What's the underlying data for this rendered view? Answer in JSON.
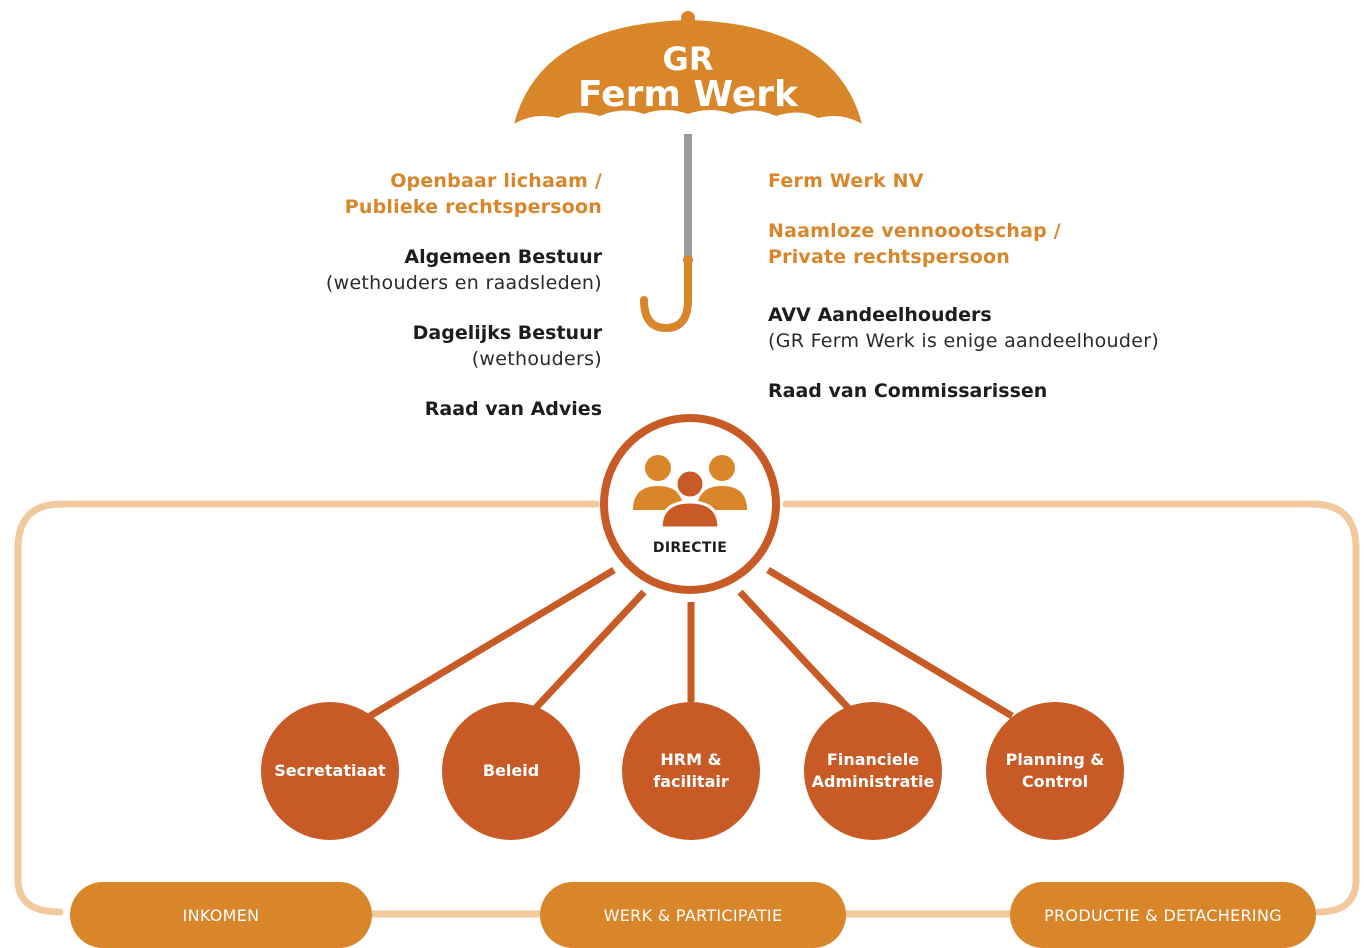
{
  "umbrella": {
    "title_line1": "GR",
    "title_line2": "Ferm Werk"
  },
  "left": {
    "heading_line1": "Openbaar lichaam /",
    "heading_line2": "Publieke rechtspersoon",
    "items": [
      {
        "title": "Algemeen Bestuur",
        "subtitle": "(wethouders en raadsleden)"
      },
      {
        "title": "Dagelijks Bestuur",
        "subtitle": "(wethouders)"
      },
      {
        "title": "Raad van Advies",
        "subtitle": ""
      }
    ]
  },
  "right": {
    "heading": "Ferm Werk NV",
    "subheading_line1": "Naamloze vennoootschap /",
    "subheading_line2": "Private rechtspersoon",
    "items": [
      {
        "title": "AVV Aandeelhouders",
        "subtitle": "(GR Ferm Werk is enige aandeelhouder)"
      },
      {
        "title": "Raad van Commissarissen",
        "subtitle": ""
      }
    ]
  },
  "center": {
    "label": "DIRECTIE",
    "icon": "people-group-icon"
  },
  "departments": [
    {
      "label": "Secretatiaat"
    },
    {
      "label": "Beleid"
    },
    {
      "label": "HRM &\nfacilitair"
    },
    {
      "label": "Financiele\nAdministratie"
    },
    {
      "label": "Planning &\nControl"
    }
  ],
  "sectors": [
    {
      "label": "INKOMEN"
    },
    {
      "label": "WERK & PARTICIPATIE"
    },
    {
      "label": "PRODUCTIE & DETACHERING"
    }
  ],
  "colors": {
    "orange": "#D9852A",
    "dark_orange": "#C85A26",
    "light_orange": "#F1C99C",
    "handle_gray": "#9A9A9A"
  }
}
